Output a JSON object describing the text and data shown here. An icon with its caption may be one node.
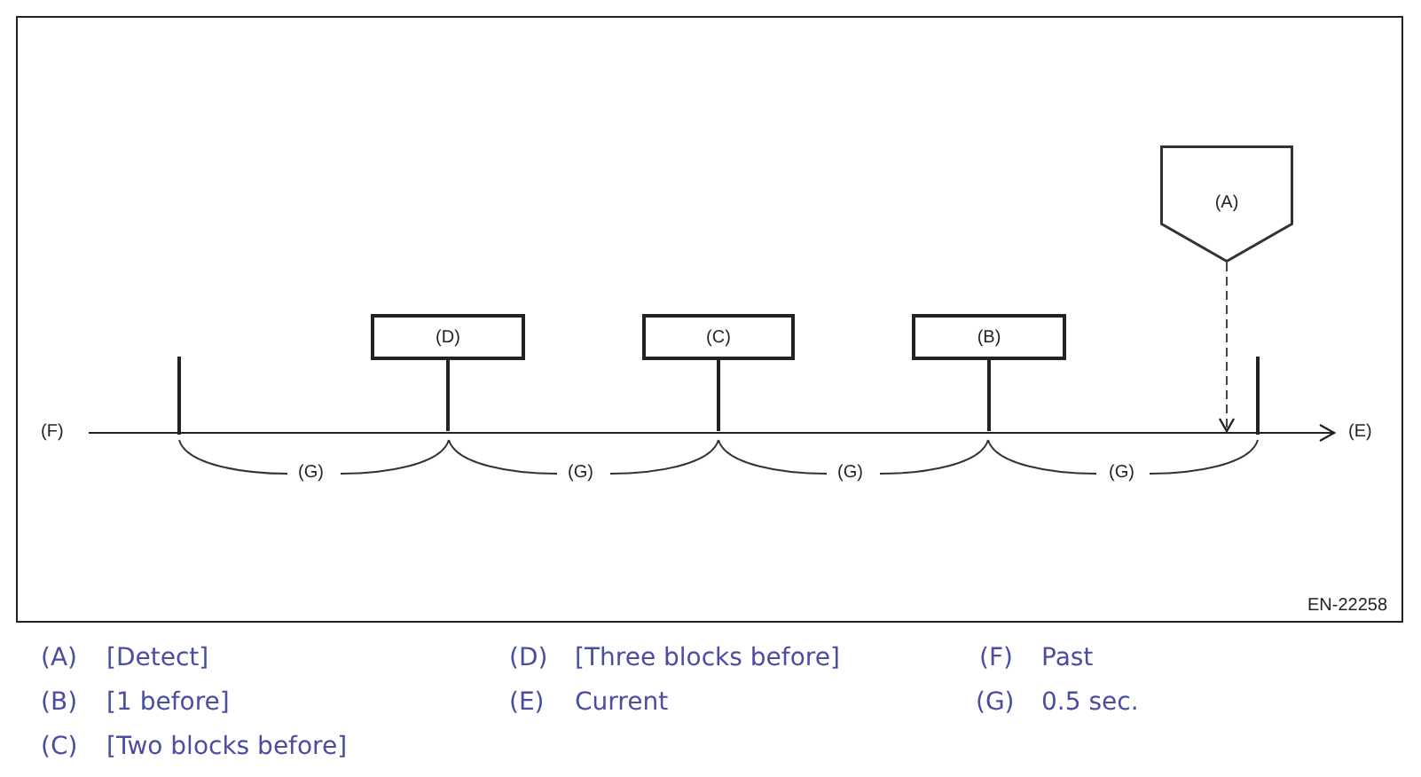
{
  "diagram": {
    "nodes": [
      {
        "text": [
          "(A)"
        ]
      },
      {
        "text": [
          "(D)"
        ]
      },
      {
        "text": [
          "(C)"
        ]
      },
      {
        "text": [
          "(B)"
        ]
      },
      {
        "text": [],
        "shape": "arrow"
      }
    ],
    "edges": [
      {
        "from": 0,
        "to": 4,
        "arrow": "to",
        "style": "dashed"
      },
      {
        "from": 1,
        "to": 4,
        "arrow": "none"
      },
      {
        "from": 2,
        "to": 4,
        "arrow": "none"
      },
      {
        "from": 3,
        "to": 4,
        "arrow": "none"
      }
    ],
    "labels": [
      "(F)",
      "(E)",
      "(G)",
      "(G)",
      "(G)",
      "(G)",
      "EN-22258",
      "(A)",
      "[Detect]",
      "(D)",
      "[Three blocks before]",
      "(F)",
      "Past",
      "(B)",
      "[1 before]",
      "(E)",
      "Current",
      "(G)",
      "0.5 sec.",
      "(C)",
      "[Two blocks before]"
    ]
  }
}
